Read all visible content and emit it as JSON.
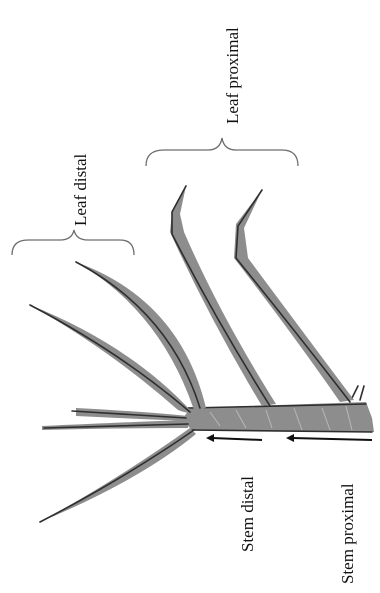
{
  "labels": {
    "leaf_distal": "Leaf distal",
    "leaf_proximal": "Leaf proximal",
    "stem_distal": "Stem distal",
    "stem_proximal": "Stem proximal"
  },
  "colors": {
    "background": "#ffffff",
    "plant_dark": "#2e2e2e",
    "plant_mid": "#8d8d8d",
    "brace": "#6d6d6d",
    "text": "#111111"
  }
}
